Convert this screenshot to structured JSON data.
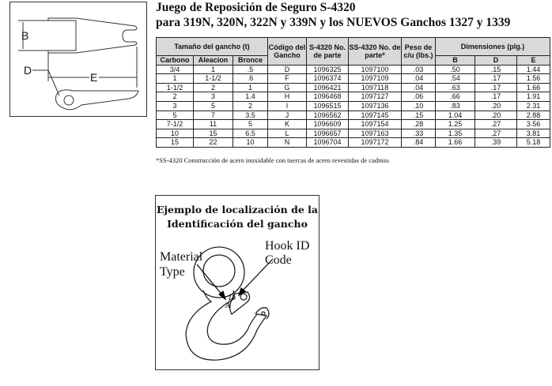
{
  "title": {
    "line1": "Juego de Reposición de Seguro S-4320",
    "line2": "para 319N, 320N, 322N y 339N y los NUEVOS Ganchos 1327 y 1339"
  },
  "diagram": {
    "labels": {
      "b": "B",
      "d": "D",
      "e": "E"
    }
  },
  "table": {
    "group_headers": {
      "size": "Tamaño del gancho (t)",
      "code": "Código del Gancho",
      "s4320": "S-4320 No. de parte",
      "ss4320": "SS-4320 No. de parte*",
      "weight": "Peso de c/u (lbs.)",
      "dims": "Dimensiones (plg.)"
    },
    "sub_headers": [
      "Carbono",
      "Aleacion",
      "Bronce",
      "B",
      "D",
      "E"
    ],
    "rows": [
      [
        "3/4",
        "1",
        ".5",
        "D",
        "1096325",
        "1097100",
        ".03",
        ".50",
        ".15",
        "1.44"
      ],
      [
        "1",
        "1-1/2",
        ".6",
        "F",
        "1096374",
        "1097109",
        ".04",
        ".54",
        ".17",
        "1.56"
      ],
      [
        "1-1/2",
        "2",
        "1",
        "G",
        "1096421",
        "1097118",
        ".04",
        ".63",
        ".17",
        "1.66"
      ],
      [
        "2",
        "3",
        "1.4",
        "H",
        "1096468",
        "1097127",
        ".06",
        ".66",
        ".17",
        "1.91"
      ],
      [
        "3",
        "5",
        "2",
        "I",
        "1096515",
        "1097136",
        ".10",
        ".83",
        ".20",
        "2.31"
      ],
      [
        "5",
        "7",
        "3.5",
        "J",
        "1096562",
        "1097145",
        ".15",
        "1.04",
        ".20",
        "2.88"
      ],
      [
        "7-1/2",
        "11",
        "5",
        "K",
        "1096609",
        "1097154",
        ".28",
        "1.25",
        ".27",
        "3.56"
      ],
      [
        "10",
        "15",
        "6.5",
        "L",
        "1096657",
        "1097163",
        ".33",
        "1.35",
        ".27",
        "3.81"
      ],
      [
        "15",
        "22",
        "10",
        "N",
        "1096704",
        "1097172",
        ".84",
        "1.66",
        ".39",
        "5.18"
      ]
    ],
    "footnote": "*SS-4320 Construcción de acero inoxidable con tuercas de acero revestidas de cadmio."
  },
  "hook_example": {
    "title_line1": "Ejemplo de localización de la",
    "title_line2": "Identificación del gancho",
    "material_type_line1": "Material",
    "material_type_line2": "Type",
    "hook_id_line1": "Hook ID",
    "hook_id_line2": "Code",
    "mark_d": "D",
    "mark_a": "A"
  }
}
